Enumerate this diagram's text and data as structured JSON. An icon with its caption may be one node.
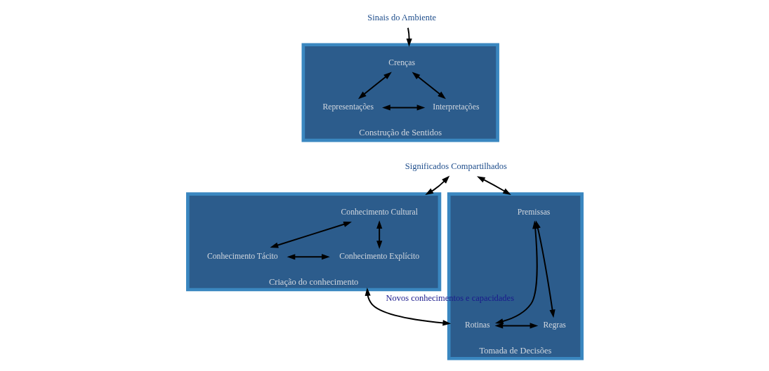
{
  "diagram": {
    "nodes": [
      {
        "text": [
          "Sinais do Ambiente"
        ]
      },
      {
        "text": [
          "Construção de Sentidos"
        ]
      },
      {
        "text": [
          "Crenças"
        ],
        "in": 1
      },
      {
        "text": [
          "Representações"
        ],
        "in": 1
      },
      {
        "text": [
          "Interpretações"
        ],
        "in": 1
      },
      {
        "text": [
          "Significados Compartilhados"
        ]
      },
      {
        "text": [
          "Criação do conhecimento"
        ]
      },
      {
        "text": [
          "Conhecimento Cultural"
        ],
        "in": 6
      },
      {
        "text": [
          "Conhecimento Tácito"
        ],
        "in": 6
      },
      {
        "text": [
          "Conhecimento Explícito"
        ],
        "in": 6
      },
      {
        "text": [
          "Tomada de Decisões"
        ]
      },
      {
        "text": [
          "Premissas"
        ],
        "in": 10
      },
      {
        "text": [
          "Rotinas"
        ],
        "in": 10
      },
      {
        "text": [
          "Regras"
        ],
        "in": 10
      }
    ],
    "edges": [
      {
        "from": 0,
        "to": 1,
        "arrow": "to"
      },
      {
        "from": 2,
        "to": 3,
        "arrow": "both"
      },
      {
        "from": 2,
        "to": 4,
        "arrow": "both"
      },
      {
        "from": 3,
        "to": 4,
        "arrow": "both"
      },
      {
        "from": 6,
        "to": 5,
        "arrow": "both"
      },
      {
        "from": 5,
        "to": 10,
        "arrow": "both"
      },
      {
        "from": 7,
        "to": 8,
        "arrow": "both"
      },
      {
        "from": 7,
        "to": 9,
        "arrow": "both"
      },
      {
        "from": 8,
        "to": 9,
        "arrow": "both"
      },
      {
        "from": 11,
        "to": 12,
        "arrow": "both"
      },
      {
        "from": 11,
        "to": 13,
        "arrow": "both"
      },
      {
        "from": 12,
        "to": 13,
        "arrow": "both"
      },
      {
        "from": 6,
        "to": 10,
        "arrow": "both",
        "label": "Novos conhecimentos e capacidades"
      }
    ]
  }
}
